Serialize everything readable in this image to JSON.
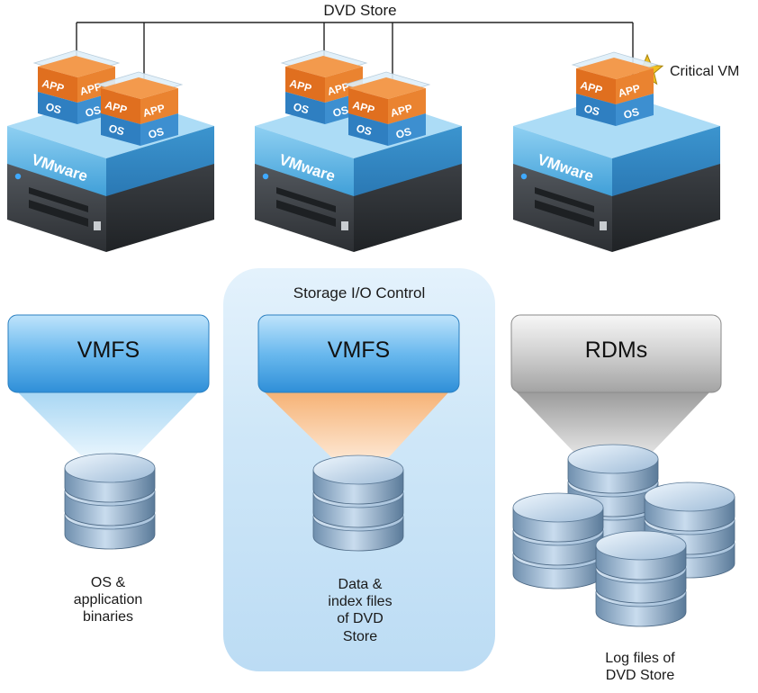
{
  "title": "DVD Store",
  "critical_label": "Critical VM",
  "hosts": [
    {
      "hypervisor": "VMware",
      "vms": [
        {
          "app": "APP",
          "os": "OS"
        },
        {
          "app": "APP",
          "os": "OS"
        }
      ]
    },
    {
      "hypervisor": "VMware",
      "vms": [
        {
          "app": "APP",
          "os": "OS"
        },
        {
          "app": "APP",
          "os": "OS"
        }
      ]
    },
    {
      "hypervisor": "VMware",
      "vms": [
        {
          "app": "APP",
          "os": "OS"
        }
      ]
    }
  ],
  "sioc_label": "Storage I/O Control",
  "volumes": [
    {
      "label": "VMFS",
      "caption": "OS &\napplication\nbinaries"
    },
    {
      "label": "VMFS",
      "caption": "Data &\nindex files\nof DVD\nStore"
    },
    {
      "label": "RDMs",
      "caption": "Log files of\nDVD Store"
    }
  ],
  "colors": {
    "vm_orange": "#e8782a",
    "vm_blue": "#3d8fd0",
    "vmware_blue": "#3f9fd8",
    "sioc_bg": "#cfe7f8",
    "vmfs_blue": "#3a9be0",
    "rdm_grey": "#a9a9a9",
    "star": "#f0c020"
  }
}
